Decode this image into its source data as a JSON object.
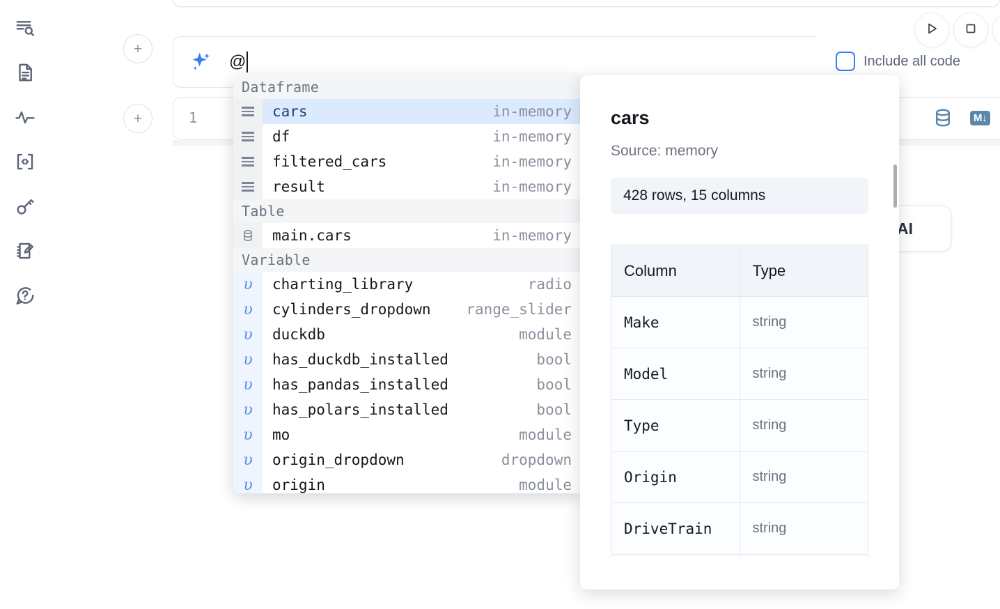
{
  "sidebar": {
    "items": [
      {
        "name": "search-outline-icon",
        "label": "Outline search"
      },
      {
        "name": "file-text-icon",
        "label": "Notebook file"
      },
      {
        "name": "activity-pulse-icon",
        "label": "Activity"
      },
      {
        "name": "code-brackets-icon",
        "label": "Snippets"
      },
      {
        "name": "key-icon",
        "label": "Secrets"
      },
      {
        "name": "notebook-edit-icon",
        "label": "Scratchpad"
      },
      {
        "name": "chat-help-icon",
        "label": "Help chat"
      }
    ]
  },
  "toolbar": {
    "run_label": "Run",
    "stop_label": "Stop",
    "include_all_code_label": "Include all code",
    "include_all_code_checked": false,
    "accent_color": "#3b7df4"
  },
  "ai_prompt": {
    "icon": "sparkle-icon",
    "value": "@",
    "placeholder": ""
  },
  "code_cell": {
    "line_number": "1",
    "sql_icon_label": "database-icon",
    "markdown_icon_label": "M↓"
  },
  "ai_chip": {
    "label": "h AI"
  },
  "autocomplete": {
    "sections": [
      {
        "title": "Dataframe",
        "kind": "dataframe",
        "items": [
          {
            "name": "cars",
            "type": "in-memory",
            "selected": true
          },
          {
            "name": "df",
            "type": "in-memory",
            "selected": false
          },
          {
            "name": "filtered_cars",
            "type": "in-memory",
            "selected": false
          },
          {
            "name": "result",
            "type": "in-memory",
            "selected": false
          }
        ]
      },
      {
        "title": "Table",
        "kind": "table",
        "items": [
          {
            "name": "main.cars",
            "type": "in-memory",
            "selected": false
          }
        ]
      },
      {
        "title": "Variable",
        "kind": "variable",
        "items": [
          {
            "name": "charting_library",
            "type": "radio",
            "selected": false
          },
          {
            "name": "cylinders_dropdown",
            "type": "range_slider",
            "selected": false
          },
          {
            "name": "duckdb",
            "type": "module",
            "selected": false
          },
          {
            "name": "has_duckdb_installed",
            "type": "bool",
            "selected": false
          },
          {
            "name": "has_pandas_installed",
            "type": "bool",
            "selected": false
          },
          {
            "name": "has_polars_installed",
            "type": "bool",
            "selected": false
          },
          {
            "name": "mo",
            "type": "module",
            "selected": false
          },
          {
            "name": "origin_dropdown",
            "type": "dropdown",
            "selected": false
          },
          {
            "name": "origin",
            "type": "module",
            "selected": false
          }
        ]
      }
    ]
  },
  "preview": {
    "title": "cars",
    "source": "Source: memory",
    "stats": "428 rows, 15 columns",
    "columns_header": "Column",
    "type_header": "Type",
    "rows": [
      {
        "column": "Make",
        "type": "string"
      },
      {
        "column": "Model",
        "type": "string"
      },
      {
        "column": "Type",
        "type": "string"
      },
      {
        "column": "Origin",
        "type": "string"
      },
      {
        "column": "DriveTrain",
        "type": "string"
      },
      {
        "column": "",
        "type": ""
      }
    ]
  }
}
